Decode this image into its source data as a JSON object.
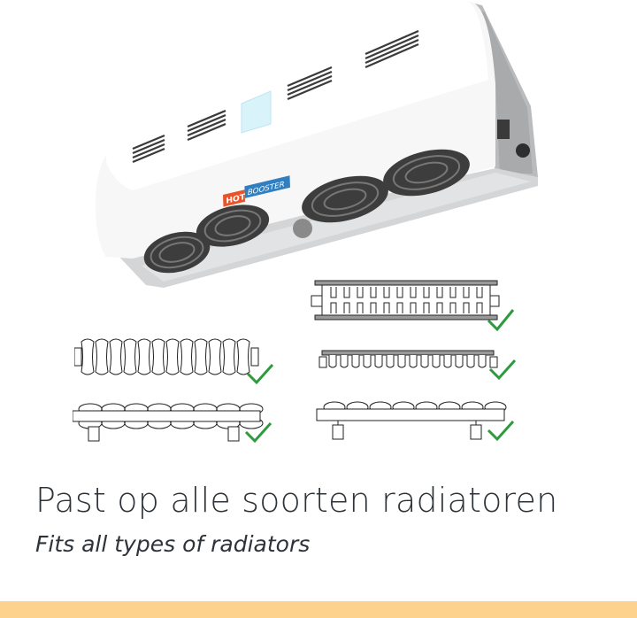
{
  "product": {
    "brand_logo_part1": "HOT",
    "brand_logo_part2": "BOOSTER",
    "fan_count": 4,
    "logo_colors": {
      "hot": "#e8532a",
      "booster": "#2f7fc1"
    }
  },
  "radiator_types": [
    {
      "name": "panel-radiator-double",
      "position": "right-top",
      "compatible": true
    },
    {
      "name": "column-radiator",
      "position": "left-top",
      "compatible": true
    },
    {
      "name": "panel-radiator-single",
      "position": "right-middle",
      "compatible": true
    },
    {
      "name": "convector-with-feet-left",
      "position": "left-bottom",
      "compatible": true
    },
    {
      "name": "convector-with-feet-right",
      "position": "right-bottom",
      "compatible": true
    }
  ],
  "text": {
    "headline": "Past op alle soorten radiatoren",
    "subline": "Fits all types of radiators"
  },
  "colors": {
    "check": "#2e9a3e",
    "bottom_bar": "#fdd28c",
    "text": "#2d3338"
  }
}
